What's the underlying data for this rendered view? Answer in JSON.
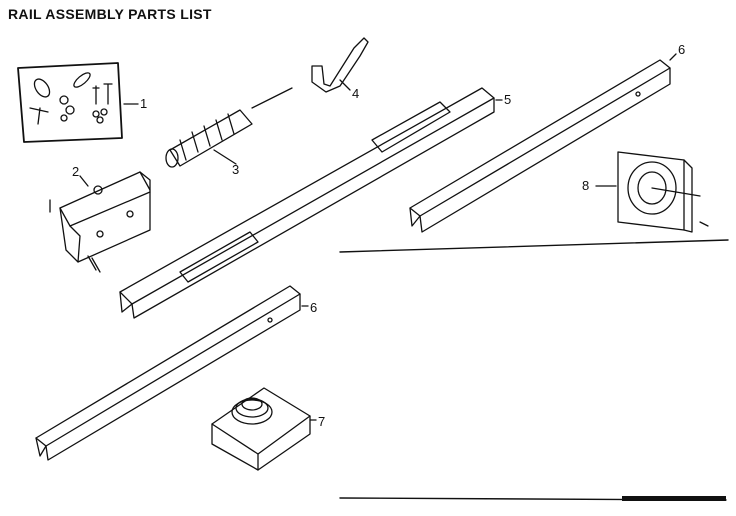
{
  "diagram": {
    "title": "RAIL ASSEMBLY PARTS LIST",
    "callouts": [
      "1",
      "2",
      "3",
      "4",
      "5",
      "6",
      "6",
      "7",
      "8"
    ]
  },
  "colors": {
    "ink": "#111111",
    "background": "#ffffff"
  }
}
